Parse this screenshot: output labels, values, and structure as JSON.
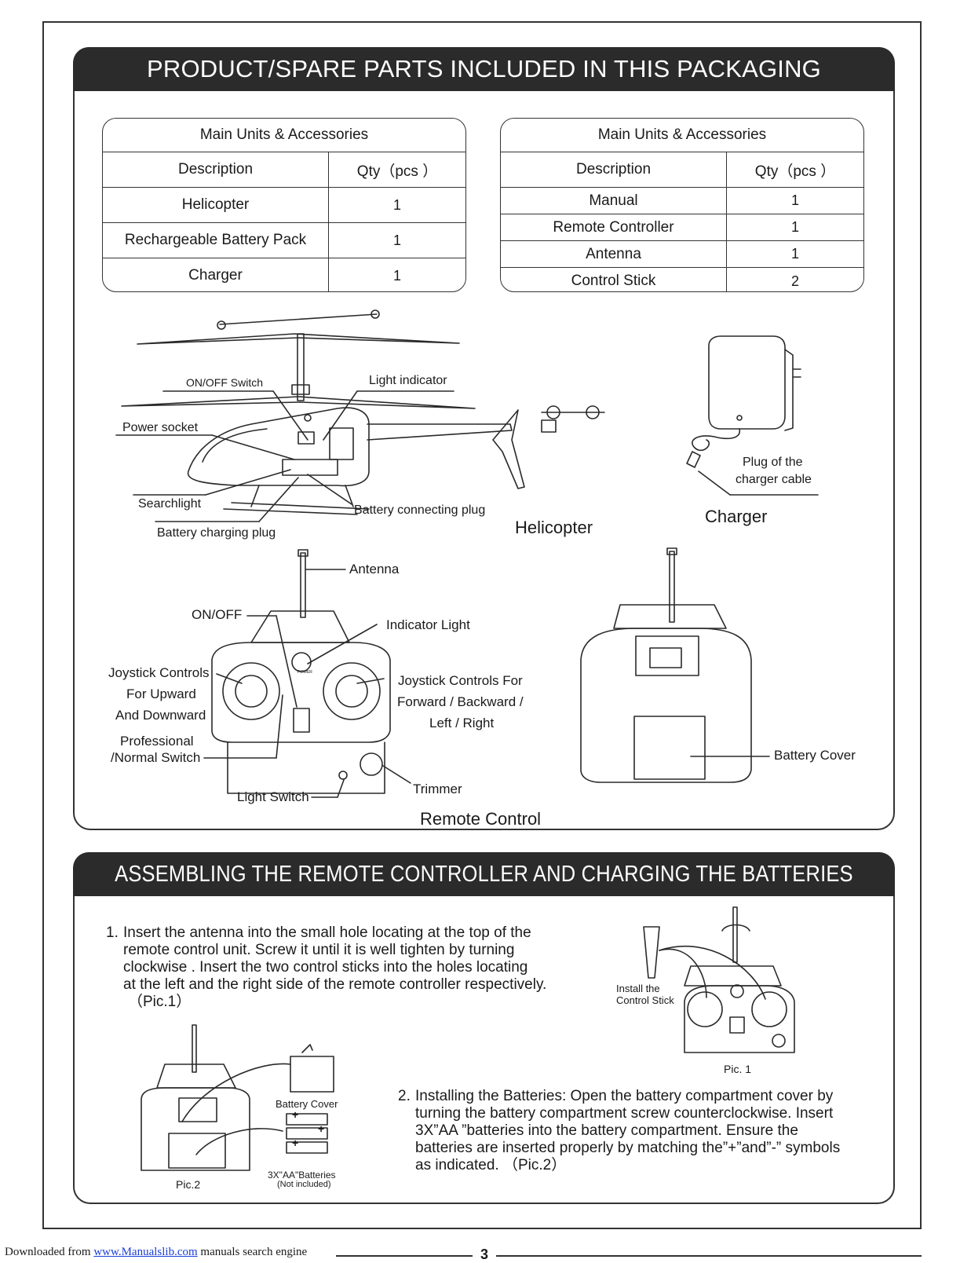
{
  "section1": {
    "title": "PRODUCT/SPARE PARTS INCLUDED IN THIS PACKAGING",
    "table_left": {
      "caption": "Main Units & Accessories",
      "headers": [
        "Description",
        "Qty（pcs ）"
      ],
      "rows": [
        [
          "Helicopter",
          "1"
        ],
        [
          "Rechargeable Battery Pack",
          "1"
        ],
        [
          "Charger",
          "1"
        ]
      ]
    },
    "table_right": {
      "caption": "Main Units & Accessories",
      "headers": [
        "Description",
        "Qty（pcs ）"
      ],
      "rows": [
        [
          "Manual",
          "1"
        ],
        [
          "Remote Controller",
          "1"
        ],
        [
          "Antenna",
          "1"
        ],
        [
          "Control Stick",
          "2"
        ]
      ]
    },
    "helicopter_labels": {
      "on_off_switch": "ON/OFF Switch",
      "light_indicator": "Light indicator",
      "power_socket": "Power socket",
      "searchlight": "Searchlight",
      "battery_charging_plug": "Battery charging plug",
      "battery_connecting_plug": "Battery connecting plug",
      "caption": "Helicopter"
    },
    "charger_labels": {
      "plug_line1": "Plug of the",
      "plug_line2": "charger cable",
      "caption": "Charger"
    },
    "remote_labels": {
      "antenna": "Antenna",
      "on_off": "ON/OFF",
      "indicator_light": "Indicator Light",
      "joy_left_1": "Joystick Controls",
      "joy_left_2": "For Upward",
      "joy_left_3": "And Downward",
      "joy_right_1": "Joystick Controls For",
      "joy_right_2": "Forward / Backward /",
      "joy_right_3": "Left / Right",
      "prof_1": "Professional",
      "prof_2": "/Normal Switch",
      "light_switch": "Light Switch",
      "trimmer": "Trimmer",
      "battery_cover": "Battery Cover",
      "caption": "Remote Control",
      "power_text": "POWER"
    }
  },
  "section2": {
    "title": "ASSEMBLING THE REMOTE CONTROLLER AND CHARGING THE BATTERIES",
    "step1_num": "1.",
    "step1_lines": [
      "Insert the antenna into the small hole locating at the top of the",
      "remote control unit. Screw it until it is well tighten by turning",
      "clockwise . Insert the two control sticks into the holes locating",
      "at the left and the right side of the remote controller respectively.",
      "（Pic.1）"
    ],
    "pic1_label_1": "Install the",
    "pic1_label_2": "Control Stick",
    "pic1_caption": "Pic. 1",
    "pic2_battery_cover": "Battery Cover",
    "pic2_batteries": "3X\"AA\"Batteries",
    "pic2_not_included": "(Not included)",
    "pic2_caption": "Pic.2",
    "step2_num": "2.",
    "step2_lines": [
      "Installing the Batteries: Open the battery compartment cover by",
      "turning the battery compartment screw counterclockwise. Insert",
      "3X”AA ”batteries into the battery compartment. Ensure the",
      "batteries are inserted properly by  matching the”+”and”-” symbols",
      "as indicated. （Pic.2）"
    ]
  },
  "footer": {
    "page_number": "3",
    "download_prefix": "Downloaded from ",
    "download_link": "www.Manualslib.com",
    "download_suffix": " manuals search engine"
  }
}
